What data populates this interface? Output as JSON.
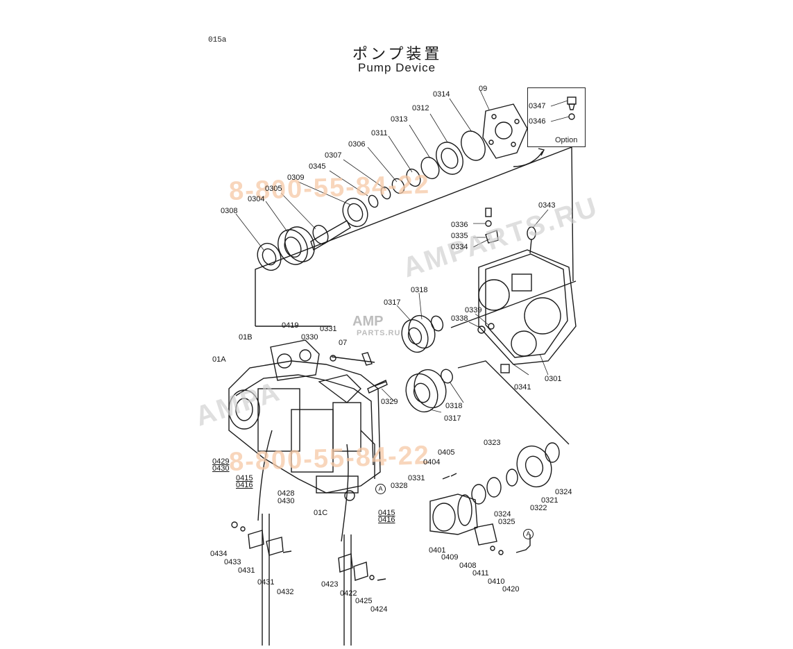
{
  "page_id": "015a",
  "title_jp": "ポンプ装置",
  "title_en": "Pump Device",
  "option_label": "Option",
  "callout_letter": "A",
  "watermarks": {
    "phone": "8-800-55-84-22",
    "site_main": "AMPARTS.RU",
    "site_left": "AMPA",
    "logo_top": "AMP",
    "logo_bottom": "PARTS.RU"
  },
  "part_labels": [
    "0308",
    "0304",
    "0305",
    "0309",
    "0345",
    "0307",
    "0306",
    "0311",
    "0313",
    "0312",
    "0314",
    "09",
    "0347",
    "0346",
    "0336",
    "0335",
    "0334",
    "0343",
    "0318",
    "0317",
    "0339",
    "0338",
    "0419",
    "0331",
    "0330",
    "07",
    "01B",
    "01A",
    "0329",
    "0341",
    "0301",
    "0318",
    "0317",
    "0323",
    "0405",
    "0404",
    "0331",
    "0328",
    "0429",
    "0430",
    "0415",
    "0416",
    "0428",
    "0430",
    "01C",
    "0415",
    "0416",
    "0324",
    "0321",
    "0322",
    "0324",
    "0325",
    "0401",
    "0409",
    "0408",
    "0411",
    "0410",
    "0420",
    "0434",
    "0433",
    "0431",
    "0431",
    "0432",
    "0423",
    "0422",
    "0425",
    "0424"
  ]
}
